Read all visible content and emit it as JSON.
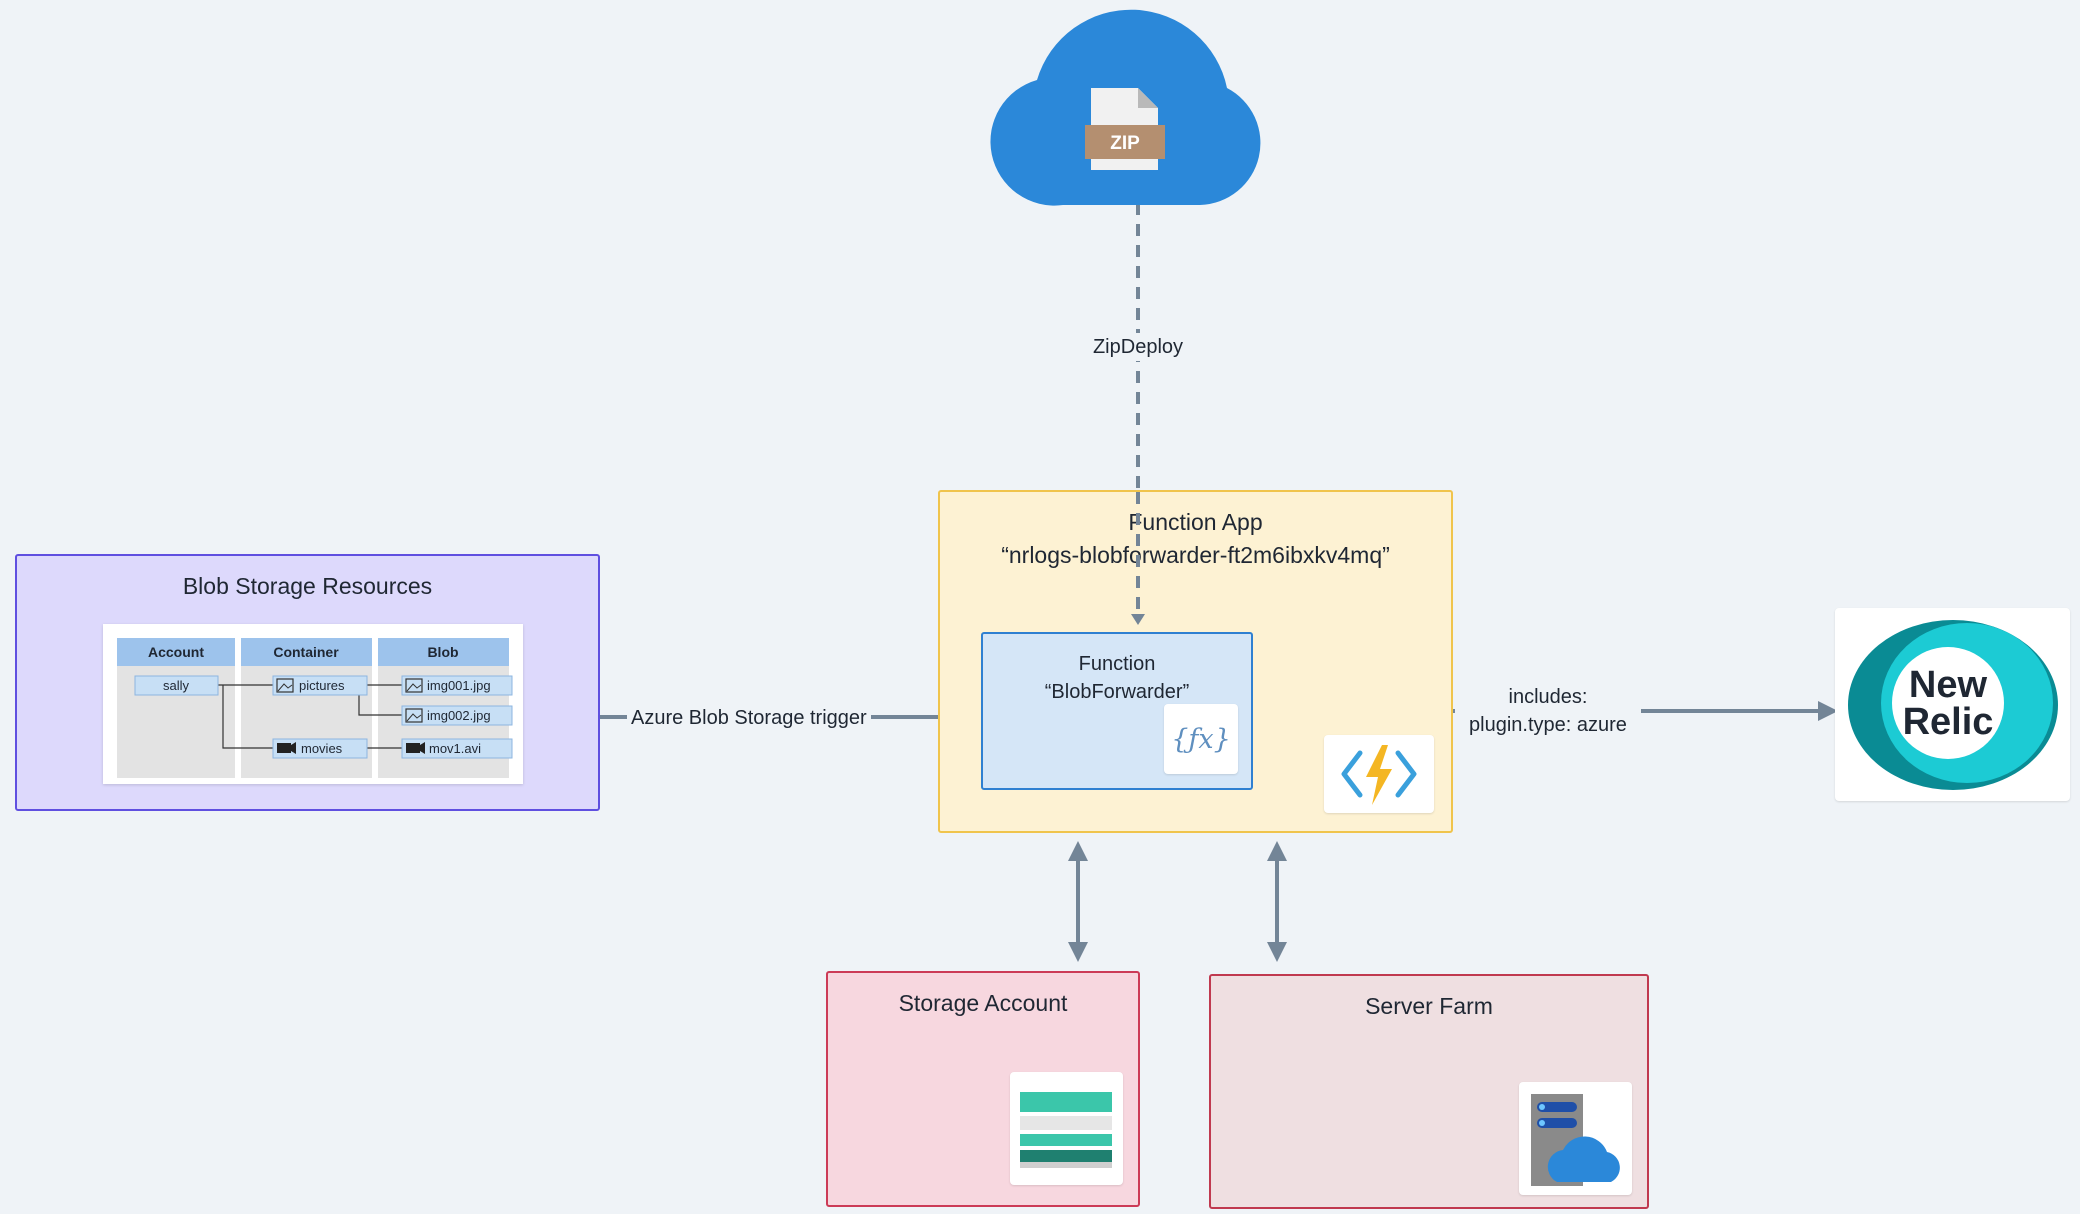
{
  "cloud": {
    "file_badge": "ZIP"
  },
  "edges": {
    "zip_deploy": "ZipDeploy",
    "blob_trigger": "Azure Blob Storage trigger",
    "includes_line1": "includes:",
    "includes_line2": "plugin.type: azure"
  },
  "function_app": {
    "title": "Function App",
    "name": "“nrlogs-blobforwarder-ft2m6ibxkv4mq”"
  },
  "function": {
    "title": "Function",
    "name": "“BlobForwarder”",
    "icon_glyph": "{ƒx}"
  },
  "blob_storage": {
    "title": "Blob Storage Resources",
    "columns": [
      "Account",
      "Container",
      "Blob"
    ],
    "account": "sally",
    "containers": [
      "pictures",
      "movies"
    ],
    "blobs": [
      "img001.jpg",
      "img002.jpg",
      "mov1.avi"
    ]
  },
  "new_relic": {
    "line1": "New",
    "line2": "Relic"
  },
  "storage_account": {
    "title": "Storage Account"
  },
  "server_farm": {
    "title": "Server Farm"
  },
  "colors": {
    "background": "#eff3f7",
    "cloud": "#2b88d9",
    "connector": "#738597",
    "function_app_fill": "#fdf2d3",
    "function_app_border": "#f0c44c",
    "function_fill": "#d5e6f7",
    "function_border": "#2f80d1",
    "blob_fill": "#ddd9fc",
    "blob_border": "#5f4fe0",
    "storage_fill": "#f7d7df",
    "storage_border": "#cc3b57",
    "farm_fill": "#efdfe1",
    "farm_border": "#c0394f",
    "new_relic_teal": "#0a8b94",
    "new_relic_cyan": "#1ccbd4"
  }
}
